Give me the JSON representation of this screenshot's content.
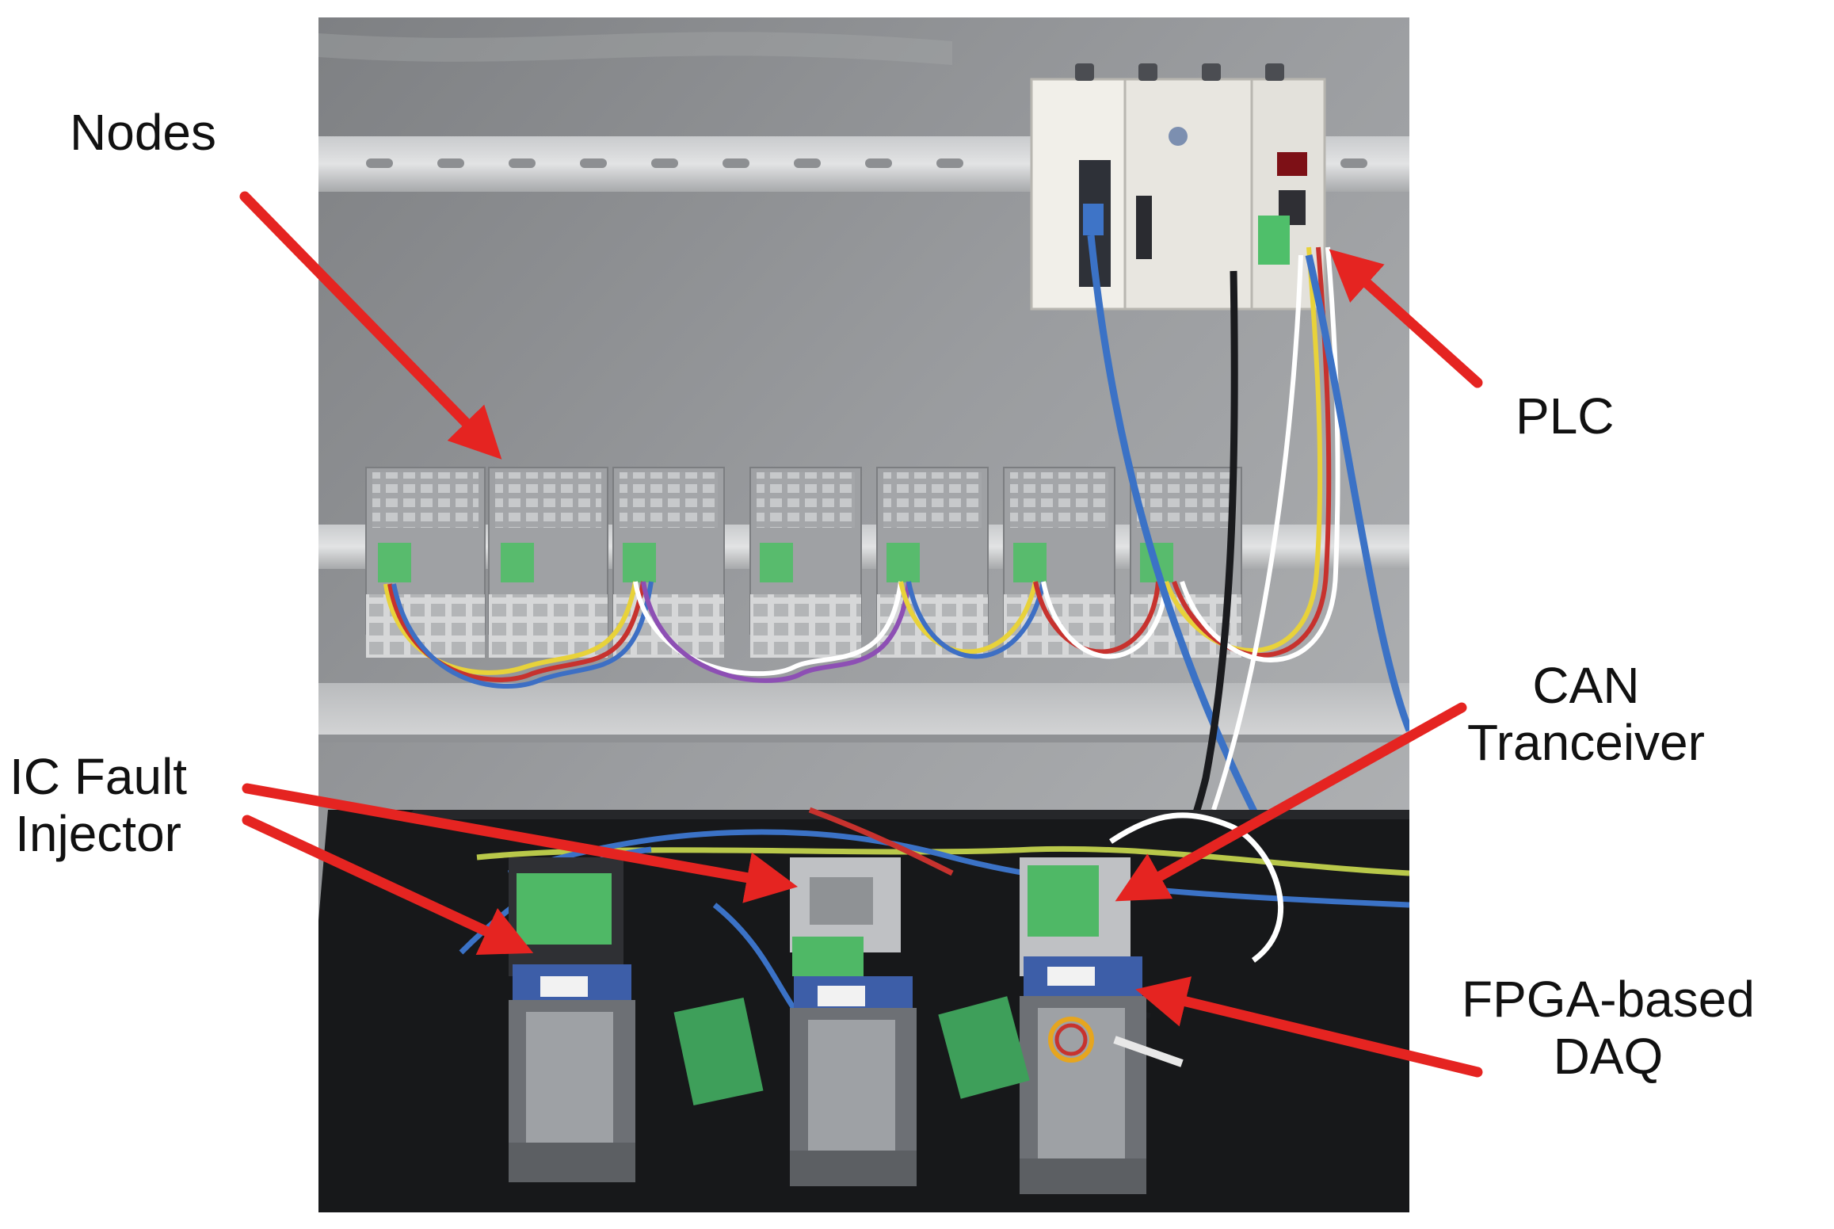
{
  "figure": {
    "photo": {
      "icon": "lab-testbed-photo",
      "colors": {
        "wall": "#8a8c8f",
        "table": "#17181a",
        "module": "#9b9da0",
        "plc": "#e9e7e1",
        "terminal": "#55b96b",
        "arrow": "#e52421"
      }
    },
    "labels": {
      "nodes": [
        "Nodes"
      ],
      "plc": [
        "PLC"
      ],
      "can": [
        "CAN",
        "Tranceiver"
      ],
      "ic_fault": [
        "IC Fault",
        "Injector"
      ],
      "fpga": [
        "FPGA-based",
        "DAQ"
      ]
    }
  }
}
